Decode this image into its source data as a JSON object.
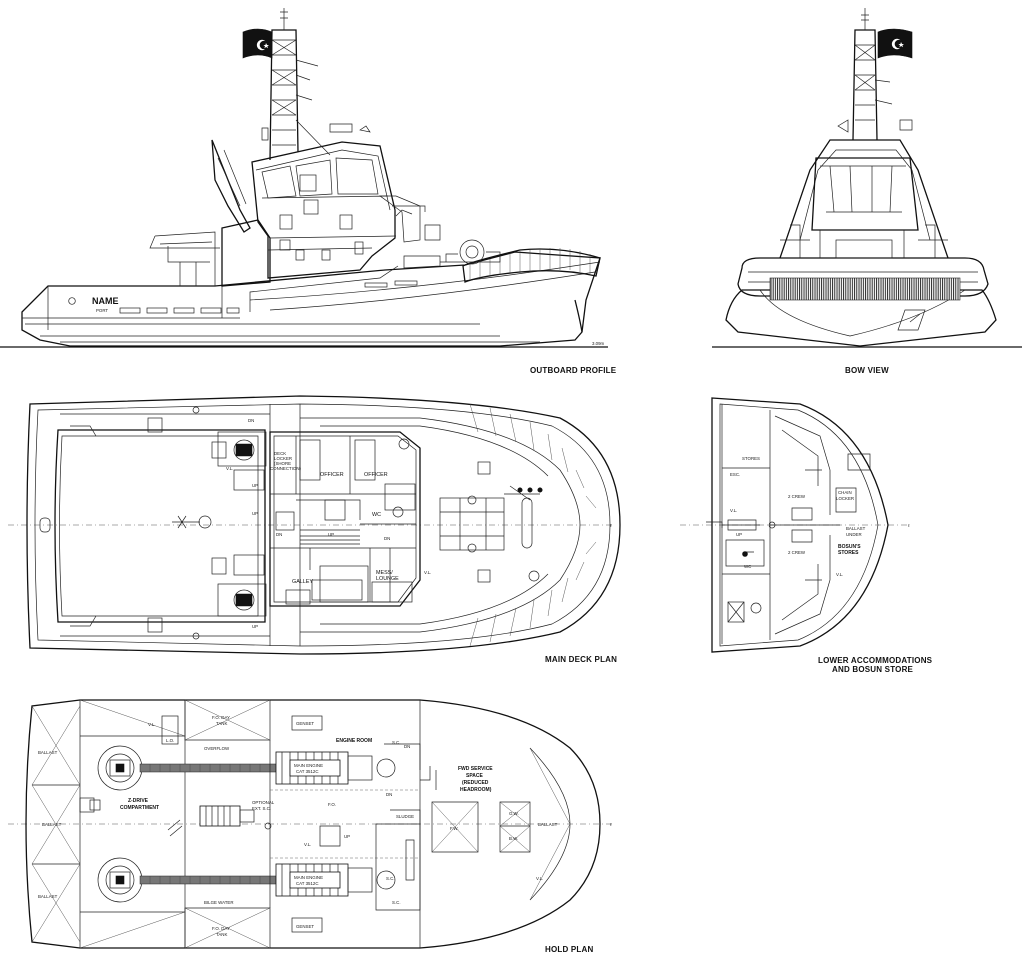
{
  "views": {
    "outboard_profile": "OUTBOARD PROFILE",
    "bow_view": "BOW VIEW",
    "main_deck_plan": "MAIN DECK PLAN",
    "lower_accommodations_1": "LOWER ACCOMMODATIONS",
    "lower_accommodations_2": "AND BOSUN STORE",
    "hold_plan": "HOLD PLAN"
  },
  "profile": {
    "vessel_name": "NAME",
    "port": "PORT",
    "draft_mark": "3.09m"
  },
  "main_deck": {
    "deck_locker_1": "DECK",
    "deck_locker_2": "LOCKER",
    "deck_locker_3": "(SHORE",
    "deck_locker_4": "CONNECTION)",
    "officer_1": "OFFICER",
    "officer_2": "OFFICER",
    "wc": "WC",
    "galley": "GALLEY",
    "mess_1": "MESS/",
    "mess_2": "LOUNGE",
    "up_1": "UP",
    "up_2": "UP",
    "up_3": "UP",
    "up_4": "UP",
    "dn_1": "DN",
    "dn_2": "DN",
    "dn_3": "DN",
    "vl_1": "V.L.",
    "vl_2": "V.L."
  },
  "lower": {
    "stores": "STORES",
    "esc": "ESC.",
    "crew_1": "2 CREW",
    "crew_2": "2 CREW",
    "chain_1": "CHAIN",
    "chain_2": "LOCKER",
    "ballast_1": "BALLAST",
    "ballast_2": "UNDER",
    "bosun_1": "BOSUN'S",
    "bosun_2": "STORES",
    "vl_1": "V.L.",
    "vl_2": "V.L.",
    "up": "UP",
    "wc": "WC"
  },
  "hold": {
    "ballast_1": "BALLAST",
    "ballast_2": "BALLAST",
    "ballast_3": "BALLAST",
    "ballast_4": "BALLAST",
    "zdrive_1": "Z-DRIVE",
    "zdrive_2": "COMPARTMENT",
    "fo_day_1a": "F.O. DAY",
    "fo_day_1b": "TANK",
    "fo_day_2a": "F.O. DAY",
    "fo_day_2b": "TANK",
    "overflow": "OVERFLOW",
    "bilge_water": "BILGE WATER",
    "engine_room": "ENGINE ROOM",
    "genset_1": "GENSET",
    "genset_2": "GENSET",
    "main_engine_1a": "MAIN ENGINE",
    "main_engine_1b": "CAT 3512C",
    "main_engine_2a": "MAIN ENGINE",
    "main_engine_2b": "CAT 3512C",
    "optional_1": "OPTIONAL",
    "optional_2": "EXT. S.C.",
    "fwd_1": "FWD SERVICE",
    "fwd_2": "SPACE",
    "fwd_3": "(REDUCED",
    "fwd_4": "HEADROOM)",
    "fw": "F.W.",
    "gw": "G.W.",
    "bw": "B.W.",
    "sc_1": "S.C.",
    "sc_2": "S.C.",
    "sc_3": "S.C.",
    "dn_1": "DN",
    "dn_2": "DN",
    "up": "UP",
    "lo": "L.O.",
    "vl_1": "V.L.",
    "vl_2": "V.L.",
    "vl_3": "V.L.",
    "fo": "F.O.",
    "sludge": "SLUDGE"
  }
}
